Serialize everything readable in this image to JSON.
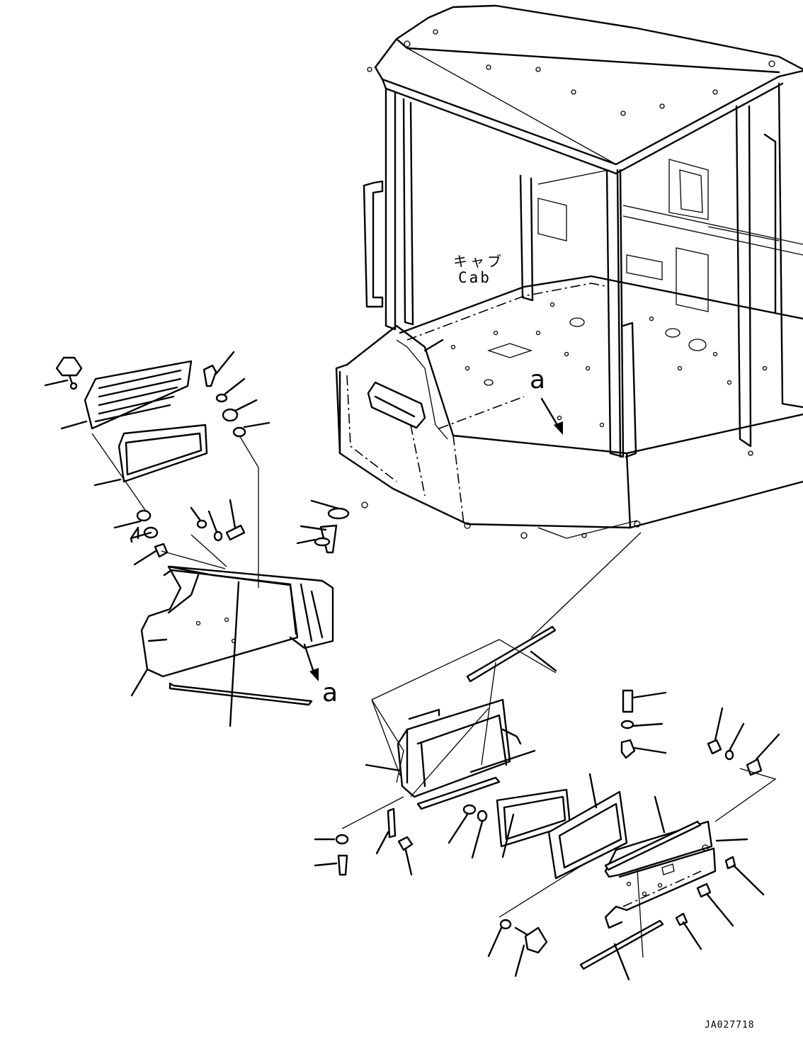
{
  "diagram": {
    "cab_label_jp": "キャブ",
    "cab_label_en": "Cab",
    "view_ref": "a",
    "drawing_code": "JA027718"
  }
}
